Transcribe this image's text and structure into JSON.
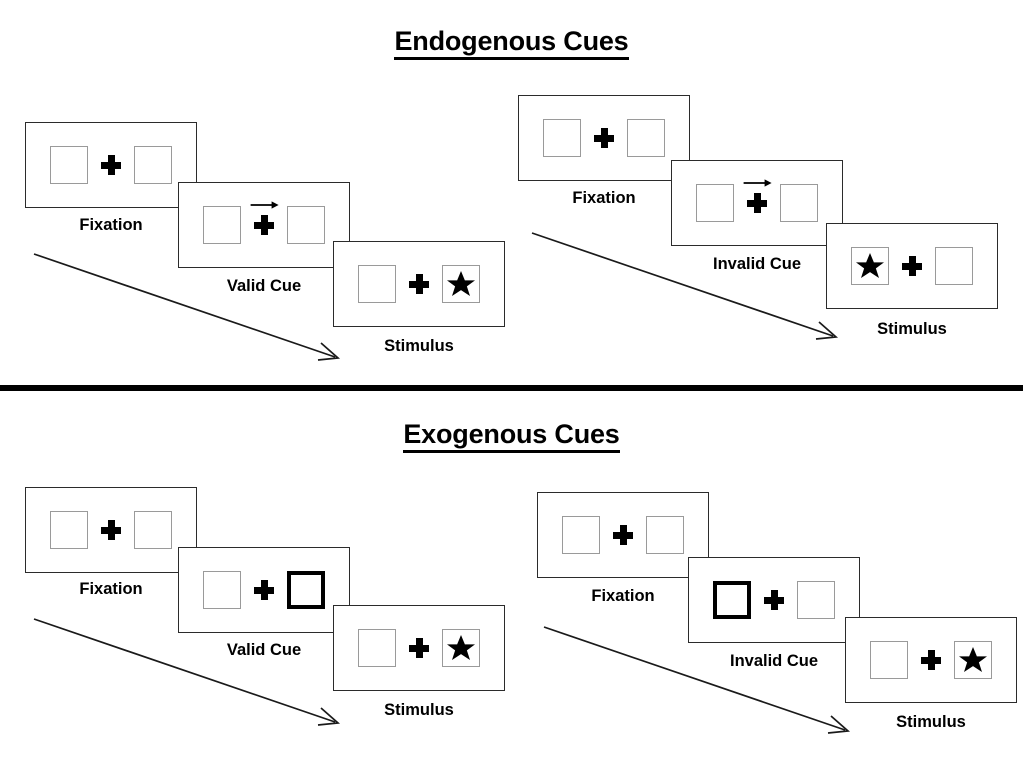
{
  "sections": [
    {
      "id": "endogenous",
      "title": "Endogenous Cues",
      "flows": [
        {
          "id": "endogenous-valid",
          "validity": "valid",
          "steps": [
            {
              "caption": "Fixation",
              "cue": "none",
              "left": "empty",
              "right": "empty"
            },
            {
              "caption": "Valid Cue",
              "cue": "arrow-right",
              "left": "empty",
              "right": "empty"
            },
            {
              "caption": "Stimulus",
              "cue": "none",
              "left": "empty",
              "right": "star"
            }
          ]
        },
        {
          "id": "endogenous-invalid",
          "validity": "invalid",
          "steps": [
            {
              "caption": "Fixation",
              "cue": "none",
              "left": "empty",
              "right": "empty"
            },
            {
              "caption": "Invalid Cue",
              "cue": "arrow-right",
              "left": "empty",
              "right": "empty"
            },
            {
              "caption": "Stimulus",
              "cue": "none",
              "left": "star",
              "right": "empty"
            }
          ]
        }
      ]
    },
    {
      "id": "exogenous",
      "title": "Exogenous Cues",
      "flows": [
        {
          "id": "exogenous-valid",
          "validity": "valid",
          "steps": [
            {
              "caption": "Fixation",
              "cue": "none",
              "left": "empty",
              "right": "empty"
            },
            {
              "caption": "Valid Cue",
              "cue": "box-flash-right",
              "left": "empty",
              "right": "highlight"
            },
            {
              "caption": "Stimulus",
              "cue": "none",
              "left": "empty",
              "right": "star"
            }
          ]
        },
        {
          "id": "exogenous-invalid",
          "validity": "invalid",
          "steps": [
            {
              "caption": "Fixation",
              "cue": "none",
              "left": "empty",
              "right": "empty"
            },
            {
              "caption": "Invalid Cue",
              "cue": "box-flash-left",
              "left": "highlight",
              "right": "empty"
            },
            {
              "caption": "Stimulus",
              "cue": "none",
              "left": "empty",
              "right": "star"
            }
          ]
        }
      ]
    }
  ],
  "icons": {
    "star": "star-icon",
    "fixation_cross": "plus-icon",
    "cue_arrow": "arrow-right-icon",
    "time_arrow": "time-progression-arrow-icon"
  },
  "colors": {
    "stroke": "#2b2b2b",
    "cell_border": "#9a9a9a",
    "highlight_border": "#000000",
    "text": "#000000",
    "background": "#ffffff"
  }
}
